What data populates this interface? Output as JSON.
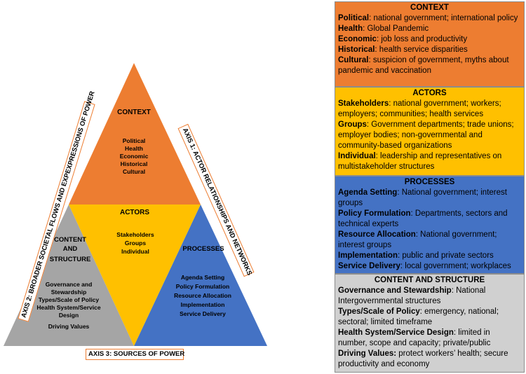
{
  "diagram": {
    "context": {
      "title": "CONTEXT",
      "items": [
        "Political",
        "Health",
        "Economic",
        "Historical",
        "Cultural"
      ]
    },
    "actors": {
      "title": "ACTORS",
      "items": [
        "Stakeholders",
        "Groups",
        "Individual"
      ]
    },
    "content": {
      "title_line1": "CONTENT",
      "title_line2": "AND",
      "title_line3": "STRUCTURE",
      "items": [
        "Governance and",
        "Stewardship",
        "Types/Scale of Policy",
        "Health System/Service",
        "Design",
        "Driving Values"
      ]
    },
    "processes": {
      "title": "PROCESSES",
      "items": [
        "Agenda Setting",
        "Policy Formulation",
        "Resource Allocation",
        "Implementation",
        "Service Delivery"
      ]
    },
    "axes": {
      "axis1": "AXIS 1: ACTOR RELATIONSHIPS AND NETWORKS",
      "axis2": "AXIS 2: BROADER SOCIETAL FLOWS AND EXPEXPRESSIONS OF POWER",
      "axis3": "AXIS 3: SOURCES OF POWER"
    },
    "colors": {
      "context": "#ed7d31",
      "actors": "#ffc000",
      "content": "#a5a5a5",
      "processes": "#4472c4"
    }
  },
  "panels": {
    "context": {
      "title": "CONTEXT",
      "rows": [
        {
          "key": "Political",
          "value": ": national government; international policy"
        },
        {
          "key": "Health",
          "value": ": Global Pandemic"
        },
        {
          "key": "Economic",
          "value": ":  job loss and productivity"
        },
        {
          "key": "Historical",
          "value": ": health service disparities"
        },
        {
          "key": "Cultural",
          "value": ": suspicion of government, myths about pandemic and vaccination"
        }
      ]
    },
    "actors": {
      "title": "ACTORS",
      "rows": [
        {
          "key": "Stakeholders",
          "value": ": national government; workers; employers; communities; health services"
        },
        {
          "key": "Groups",
          "value": ": Government departments; trade unions; employer bodies; non-governmental and community-based organizations"
        },
        {
          "key": "Individual",
          "value": ":  leadership and representatives on multistakeholder structures"
        }
      ]
    },
    "processes": {
      "title": "PROCESSES",
      "rows": [
        {
          "key": "Agenda Setting",
          "value": ": National government; interest groups"
        },
        {
          "key": "Policy Formulation",
          "value": ": Departments, sectors and technical experts"
        },
        {
          "key": "Resource Allocation",
          "value": ": National government; interest groups"
        },
        {
          "key": "Implementation",
          "value": ":  public and private sectors"
        },
        {
          "key": "Service Delivery",
          "value": ": local government; workplaces"
        }
      ]
    },
    "content": {
      "title": "CONTENT AND STRUCTURE",
      "rows": [
        {
          "key": "Governance and Stewardship",
          "value": ": National Intergovernmental structures"
        },
        {
          "key": "Types/Scale of Policy",
          "value": ": emergency, national; sectoral; limited timeframe"
        },
        {
          "key": "Health System/Service Design",
          "value": ": limited in number, scope and capacity; private/public"
        },
        {
          "key": "Driving Values:",
          "value": " protect workers’ health; secure productivity and economy"
        }
      ]
    }
  }
}
